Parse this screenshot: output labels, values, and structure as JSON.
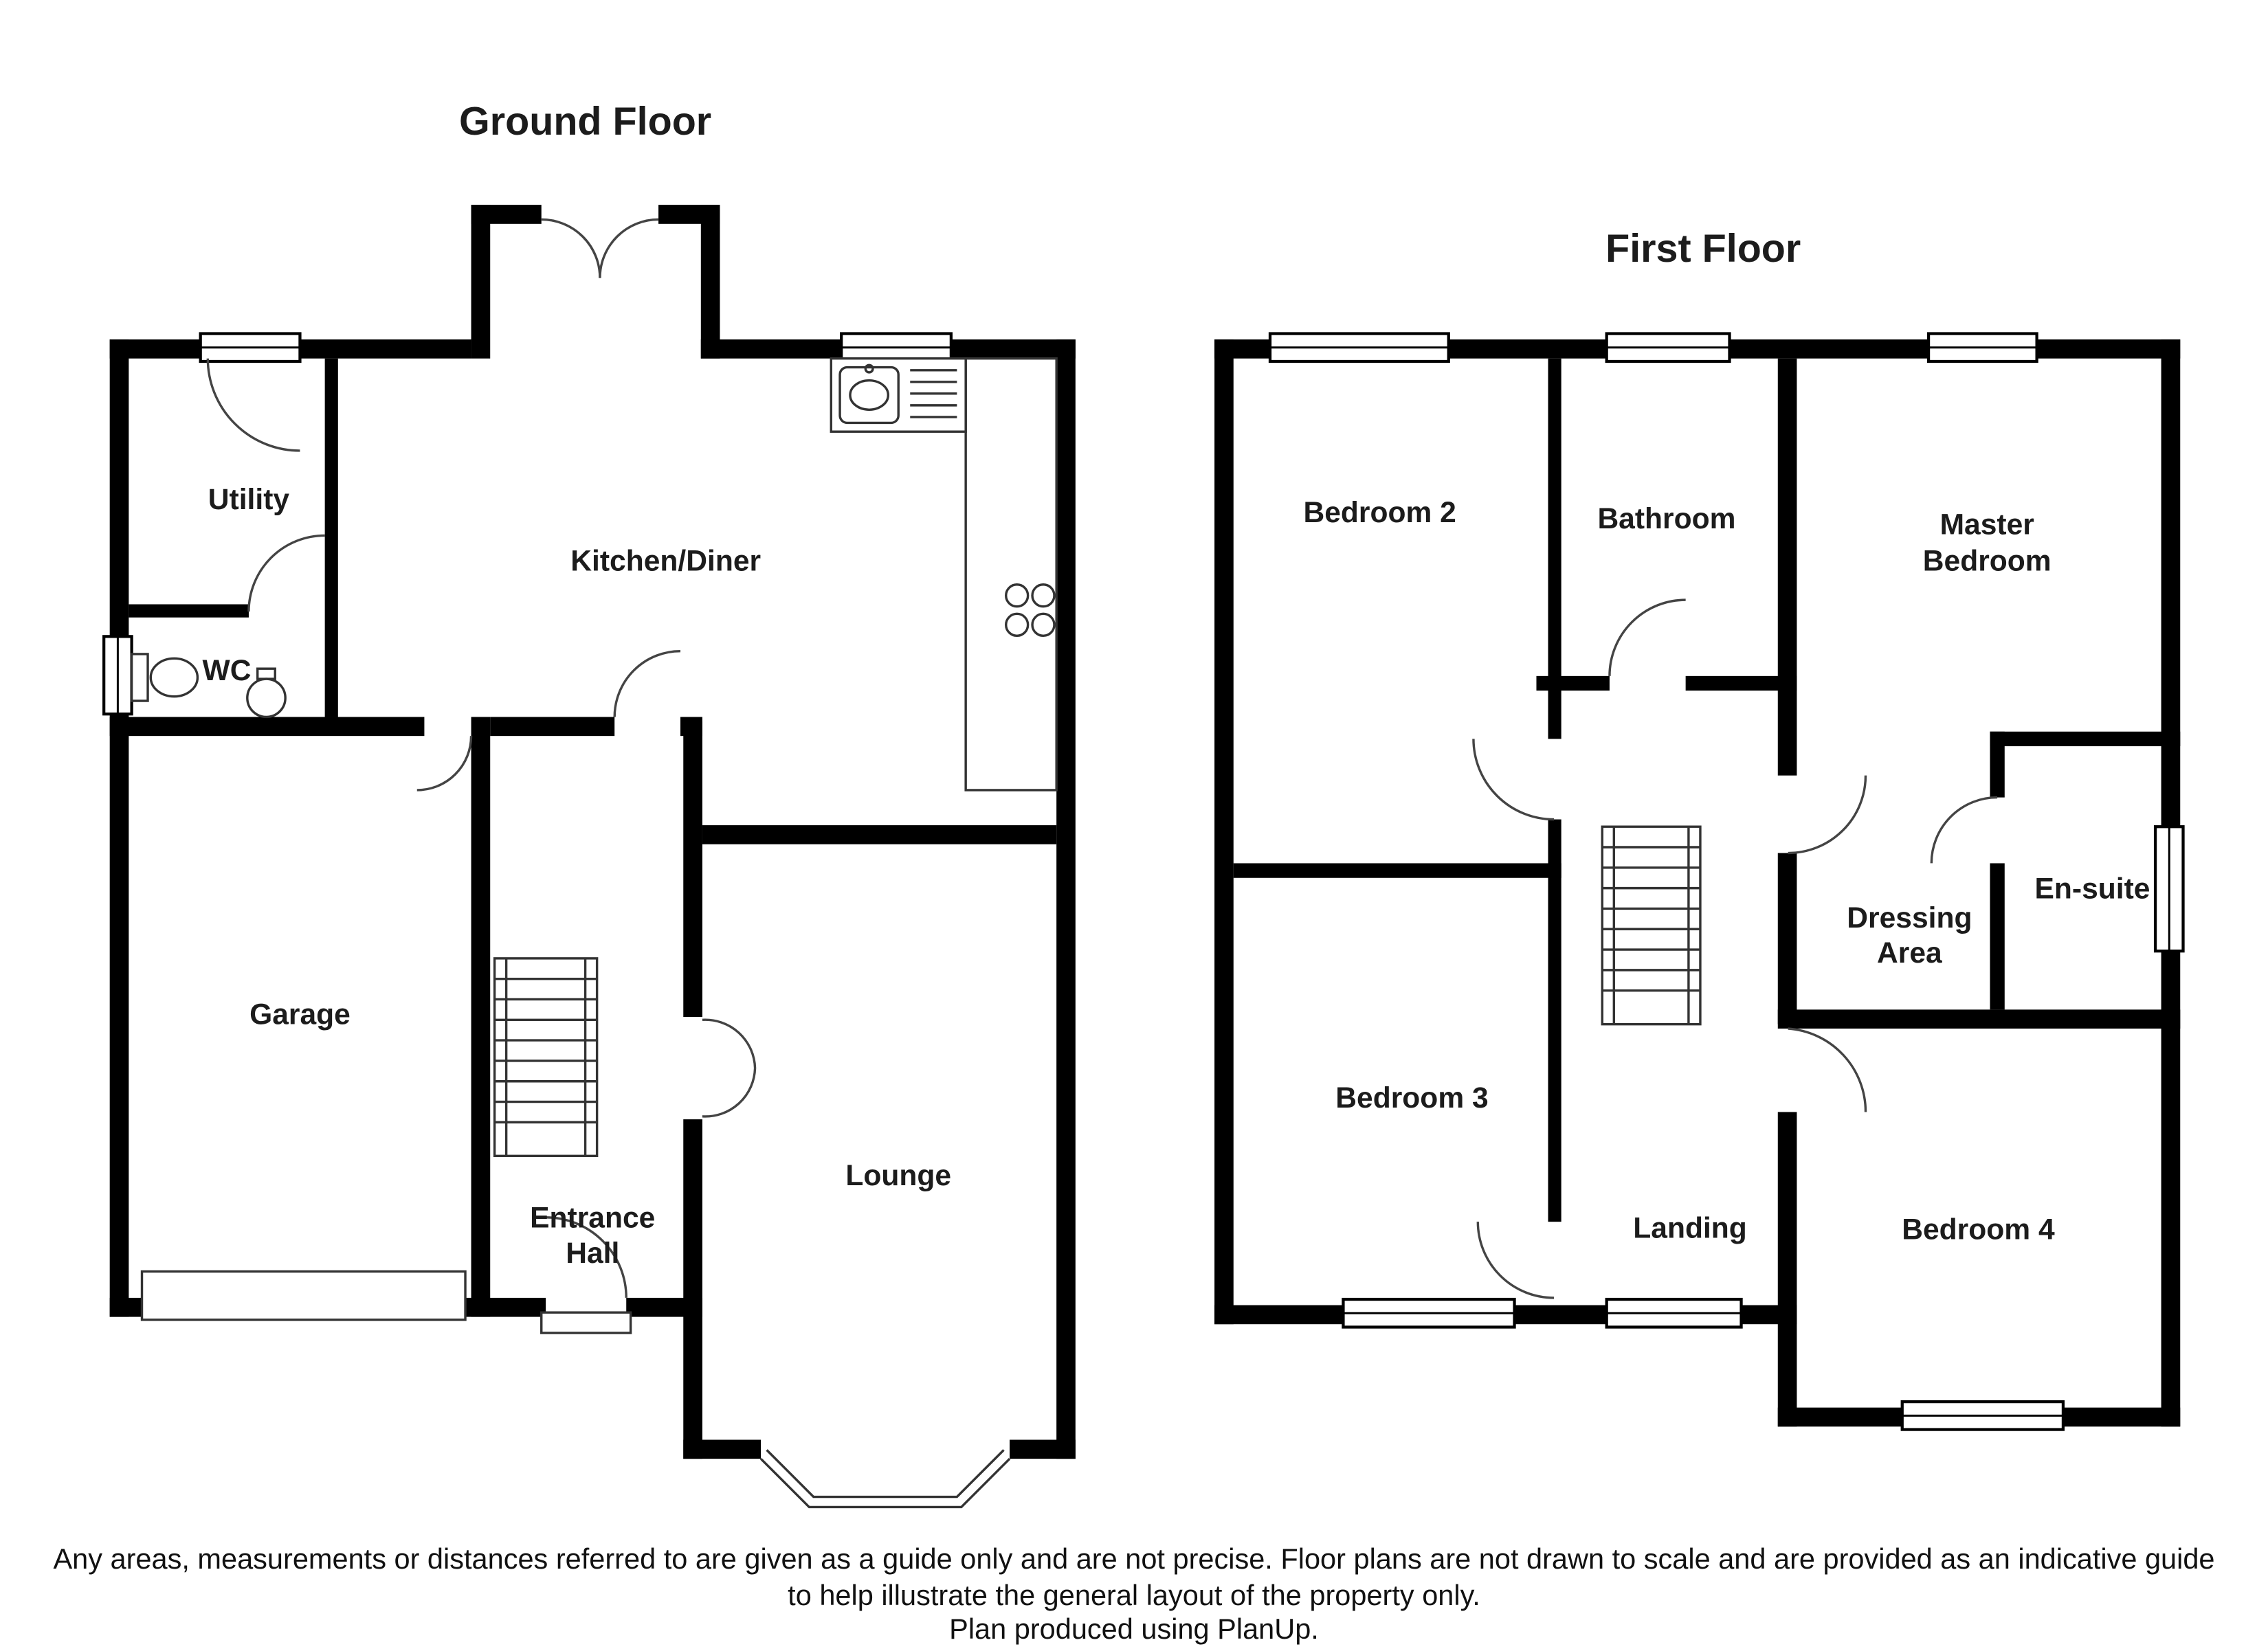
{
  "ground_floor": {
    "title": "Ground Floor",
    "rooms": {
      "utility": "Utility",
      "kitchen_diner": "Kitchen/Diner",
      "wc": "WC",
      "garage": "Garage",
      "entrance_line1": "Entrance",
      "entrance_line2": "Hall",
      "lounge": "Lounge"
    }
  },
  "first_floor": {
    "title": "First Floor",
    "rooms": {
      "bedroom2": "Bedroom 2",
      "bathroom": "Bathroom",
      "master_line1": "Master",
      "master_line2": "Bedroom",
      "bedroom3": "Bedroom 3",
      "landing": "Landing",
      "dressing_line1": "Dressing",
      "dressing_line2": "Area",
      "ensuite": "En-suite",
      "bedroom4": "Bedroom 4"
    }
  },
  "footer": {
    "line1": "Any areas, measurements or distances referred to are given as a guide only and are not precise. Floor plans are not drawn to scale and are provided as an indicative guide",
    "line2": "to help illustrate the general layout of the property only.",
    "line3": "Plan produced using PlanUp."
  },
  "colors": {
    "wall": "#000000",
    "background": "#ffffff"
  }
}
